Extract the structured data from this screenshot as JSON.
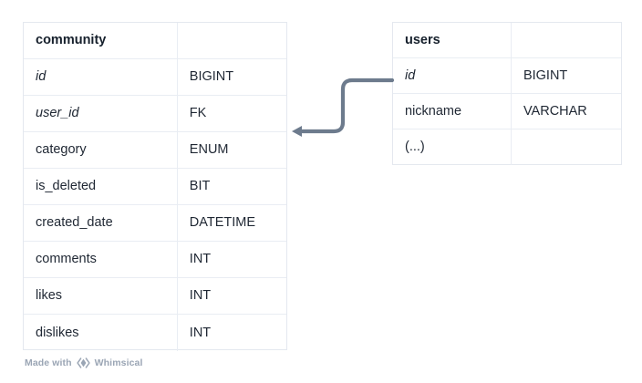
{
  "diagram": {
    "type": "entity-relationship-diagram",
    "background_color": "#ffffff",
    "border_color": "#e4e8ef",
    "text_color": "#1f2733",
    "connector_color": "#6d7b8d",
    "entities": [
      {
        "name": "community",
        "columns": [
          {
            "name": "id",
            "type": "BIGINT",
            "key": true
          },
          {
            "name": "user_id",
            "type": "FK",
            "key": true
          },
          {
            "name": "category",
            "type": "ENUM",
            "key": false
          },
          {
            "name": "is_deleted",
            "type": "BIT",
            "key": false
          },
          {
            "name": "created_date",
            "type": "DATETIME",
            "key": false
          },
          {
            "name": "comments",
            "type": "INT",
            "key": false
          },
          {
            "name": "likes",
            "type": "INT",
            "key": false
          },
          {
            "name": "dislikes",
            "type": "INT",
            "key": false
          }
        ]
      },
      {
        "name": "users",
        "columns": [
          {
            "name": "id",
            "type": "BIGINT",
            "key": true
          },
          {
            "name": "nickname",
            "type": "VARCHAR",
            "key": false
          },
          {
            "name": "(...)",
            "type": "",
            "key": false
          }
        ]
      }
    ],
    "relationships": [
      {
        "from_entity": "users",
        "from_column": "id",
        "to_entity": "community",
        "to_column": "user_id",
        "arrow_direction": "left",
        "style": "s-curve"
      }
    ]
  },
  "watermark": {
    "prefix": "Made with",
    "brand": "Whimsical",
    "logo_icon": "whimsical-diamond-icon",
    "color": "#9aa5b4"
  }
}
